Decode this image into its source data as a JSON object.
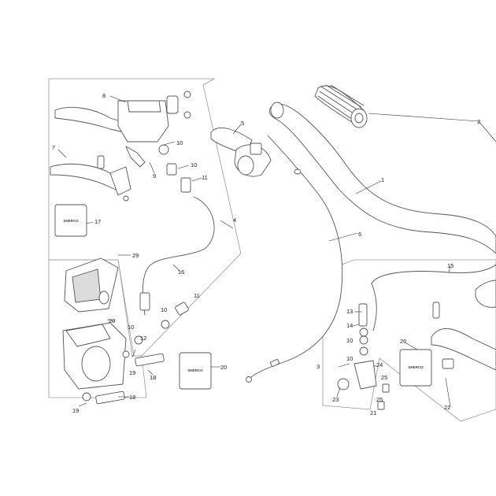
{
  "diagram": {
    "callouts": {
      "c1": "1",
      "c2": "2",
      "c3": "3",
      "c4": "4",
      "c5": "5",
      "c6": "6",
      "c7": "7",
      "c8": "8",
      "c9": "9",
      "c10a": "10",
      "c10b": "10",
      "c10c": "10",
      "c10d": "10",
      "c10e": "10",
      "c10f": "10",
      "c11a": "11",
      "c11b": "11",
      "c12": "12",
      "c13": "13",
      "c14": "14",
      "c15": "15",
      "c16": "16",
      "c17": "17",
      "c18a": "18",
      "c18b": "18",
      "c19a": "19",
      "c19b": "19",
      "c20": "20",
      "c21": "21",
      "c22": "22",
      "c23": "23",
      "c24": "24",
      "c25a": "25",
      "c25b": "25",
      "c26": "26",
      "c28": "28",
      "c29": "29"
    },
    "pouch_brand": "SHERCO",
    "colors": {
      "line": "#555555",
      "panel": "#9a9a9a",
      "background": "#ffffff"
    }
  }
}
